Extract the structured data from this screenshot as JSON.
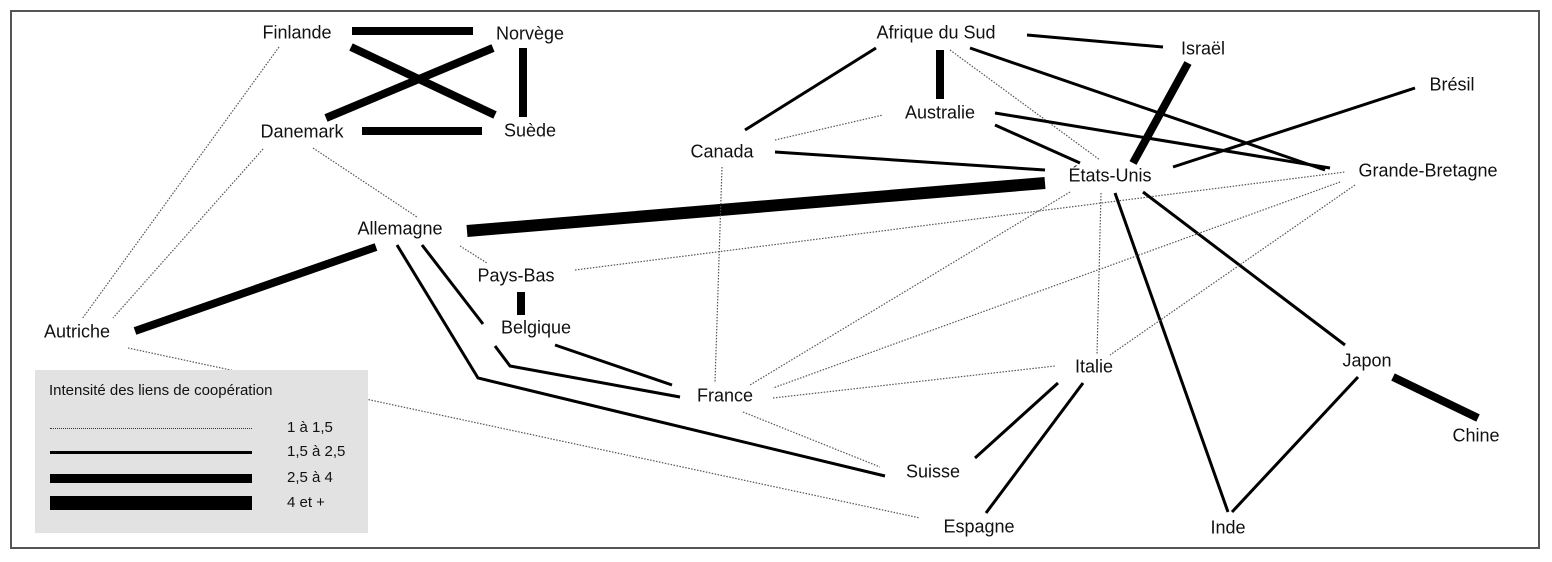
{
  "nodes": {
    "finlande": "Finlande",
    "norvege": "Norvège",
    "danemark": "Danemark",
    "suede": "Suède",
    "allemagne": "Allemagne",
    "paysbas": "Pays-Bas",
    "belgique": "Belgique",
    "autriche": "Autriche",
    "france": "France",
    "suisse": "Suisse",
    "espagne": "Espagne",
    "italie": "Italie",
    "inde": "Inde",
    "japon": "Japon",
    "chine": "Chine",
    "etatsunis": "États-Unis",
    "grandebretagne": "Grande-Bretagne",
    "bresil": "Brésil",
    "israel": "Israël",
    "afriquedusud": "Afrique du Sud",
    "australie": "Australie",
    "canada": "Canada"
  },
  "legend": {
    "title": "Intensité des liens de coopération",
    "levels": [
      {
        "level": 1,
        "label": "1 à 1,5"
      },
      {
        "level": 2,
        "label": "1,5 à 2,5"
      },
      {
        "level": 3,
        "label": "2,5 à 4"
      },
      {
        "level": 4,
        "label": "4 et +"
      }
    ]
  },
  "edges": [
    {
      "from": "finlande",
      "to": "norvege",
      "level": 3
    },
    {
      "from": "finlande",
      "to": "suede",
      "level": 3
    },
    {
      "from": "norvege",
      "to": "danemark",
      "level": 3
    },
    {
      "from": "norvege",
      "to": "suede",
      "level": 3
    },
    {
      "from": "danemark",
      "to": "suede",
      "level": 3
    },
    {
      "from": "finlande",
      "to": "autriche",
      "level": 1
    },
    {
      "from": "danemark",
      "to": "autriche",
      "level": 1
    },
    {
      "from": "danemark",
      "to": "allemagne",
      "level": 1
    },
    {
      "from": "allemagne",
      "to": "paysbas",
      "level": 1
    },
    {
      "from": "allemagne",
      "to": "etatsunis",
      "level": 4
    },
    {
      "from": "allemagne",
      "to": "autriche",
      "level": 3
    },
    {
      "from": "allemagne",
      "to": "france",
      "level": 2
    },
    {
      "from": "allemagne",
      "to": "suisse",
      "level": 2
    },
    {
      "from": "belgique",
      "to": "france",
      "level": 2
    },
    {
      "from": "paysbas",
      "to": "belgique",
      "level": 3
    },
    {
      "from": "paysbas",
      "to": "grandebretagne",
      "level": 1
    },
    {
      "from": "autriche",
      "to": "espagne",
      "level": 1
    },
    {
      "from": "canada",
      "to": "france",
      "level": 1
    },
    {
      "from": "canada",
      "to": "afriquedusud",
      "level": 2
    },
    {
      "from": "canada",
      "to": "australie",
      "level": 1
    },
    {
      "from": "canada",
      "to": "etatsunis",
      "level": 2
    },
    {
      "from": "afriquedusud",
      "to": "australie",
      "level": 3
    },
    {
      "from": "afriquedusud",
      "to": "etatsunis",
      "level": 1
    },
    {
      "from": "afriquedusud",
      "to": "grandebretagne",
      "level": 2
    },
    {
      "from": "afriquedusud",
      "to": "israel",
      "level": 2
    },
    {
      "from": "australie",
      "to": "etatsunis",
      "level": 2
    },
    {
      "from": "australie",
      "to": "grandebretagne",
      "level": 2
    },
    {
      "from": "israel",
      "to": "etatsunis",
      "level": 3
    },
    {
      "from": "bresil",
      "to": "etatsunis",
      "level": 2
    },
    {
      "from": "etatsunis",
      "to": "italie",
      "level": 1
    },
    {
      "from": "etatsunis",
      "to": "inde",
      "level": 2
    },
    {
      "from": "etatsunis",
      "to": "japon",
      "level": 2
    },
    {
      "from": "etatsunis",
      "to": "france",
      "level": 1
    },
    {
      "from": "grandebretagne",
      "to": "france",
      "level": 1
    },
    {
      "from": "grandebretagne",
      "to": "italie",
      "level": 1
    },
    {
      "from": "france",
      "to": "italie",
      "level": 1
    },
    {
      "from": "france",
      "to": "suisse",
      "level": 1
    },
    {
      "from": "italie",
      "to": "suisse",
      "level": 2
    },
    {
      "from": "italie",
      "to": "espagne",
      "level": 2
    },
    {
      "from": "japon",
      "to": "inde",
      "level": 2
    },
    {
      "from": "japon",
      "to": "chine",
      "level": 3
    }
  ]
}
